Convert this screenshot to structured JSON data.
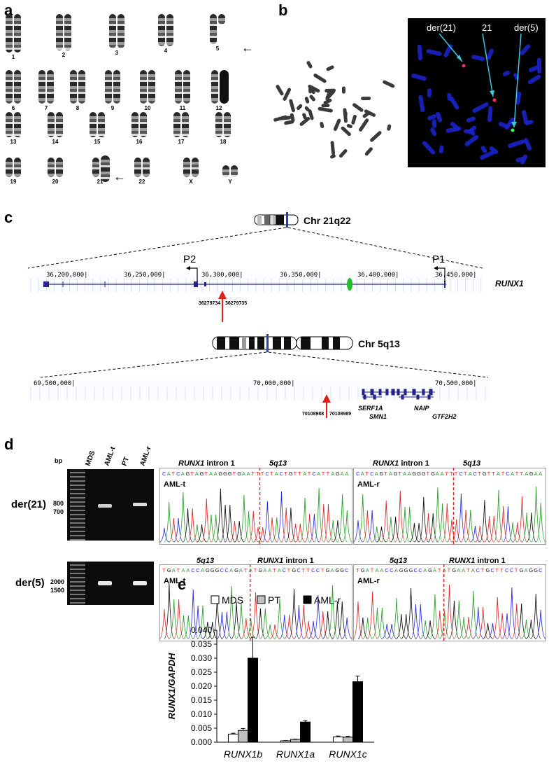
{
  "panels": {
    "a": "a",
    "b": "b",
    "c": "c",
    "d": "d",
    "e": "e"
  },
  "karyotype": {
    "rows": [
      [
        "1",
        "2",
        "3",
        "4",
        "5"
      ],
      [
        "6",
        "7",
        "8",
        "9",
        "10",
        "11",
        "12"
      ],
      [
        "13",
        "14",
        "15",
        "16",
        "17",
        "18"
      ],
      [
        "19",
        "20",
        "21",
        "22",
        "X",
        "Y"
      ]
    ]
  },
  "fish": {
    "label_der21": "der(21)",
    "label_21": "21",
    "label_der5": "der(5)"
  },
  "chr21": {
    "title": "Chr 21q22",
    "gene": "RUNX1",
    "promoter2": "P2",
    "promoter1": "P1",
    "ticks": [
      "36,200,000|",
      "36,250,000|",
      "36,300,000|",
      "36,350,000|",
      "36,400,000|",
      "36,450,000|"
    ],
    "break_left": "36279734",
    "break_right": "36279735"
  },
  "chr5": {
    "title": "Chr 5q13",
    "ticks": [
      "69,500,000|",
      "70,000,000|",
      "70,500,000|"
    ],
    "break_left": "70108988",
    "break_right": "70108989",
    "genes": [
      "SERF1A",
      "SMN1",
      "NAIP",
      "GTF2H2"
    ]
  },
  "gel": {
    "bp": "bp",
    "lanes": [
      "MDS",
      "AML-t",
      "PT",
      "AML-r"
    ],
    "row1_label": "der(21)",
    "row2_label": "der(5)",
    "row1_markers": [
      "800",
      "700"
    ],
    "row2_markers": [
      "2000",
      "1500"
    ]
  },
  "seq": {
    "a_left": "RUNX1",
    "a_left_suffix": " intron 1",
    "a_right": "5q13",
    "b_left": "5q13",
    "b_right": "RUNX1",
    "b_right_suffix": " intron 1",
    "sample_t": "AML-t",
    "sample_r": "AML-r",
    "top_seq": "CATCAGTAGTAAGGGTGAATTTCTACTGTTATCATTAGAA",
    "bottom_seq": "TGATAACCAGGGCCAGATATGAATACTGCTTCCTGAGGC"
  },
  "chart_data": {
    "type": "bar",
    "categories": [
      "RUNX1b",
      "RUNX1a",
      "RUNX1c"
    ],
    "series": [
      {
        "name": "MDS",
        "values": [
          0.0029,
          0.0005,
          0.0019
        ],
        "errors": [
          0.0003,
          0.0001,
          0.0003
        ],
        "color": "#ffffff"
      },
      {
        "name": "PT",
        "values": [
          0.0042,
          0.001,
          0.0018
        ],
        "errors": [
          0.0007,
          0.0001,
          0.0003
        ],
        "color": "#bfbfbf"
      },
      {
        "name": "AML-r",
        "values": [
          0.03,
          0.0072,
          0.0216
        ],
        "errors": [
          0.0075,
          0.0005,
          0.002
        ],
        "color": "#000000"
      }
    ],
    "ylabel": "RUNX1/GAPDH",
    "ylim": [
      0,
      0.04
    ],
    "yticks": [
      "0.000",
      "0.005",
      "0.010",
      "0.015",
      "0.020",
      "0.025",
      "0.030",
      "0.035",
      "0.040"
    ],
    "legend_position": "top"
  }
}
